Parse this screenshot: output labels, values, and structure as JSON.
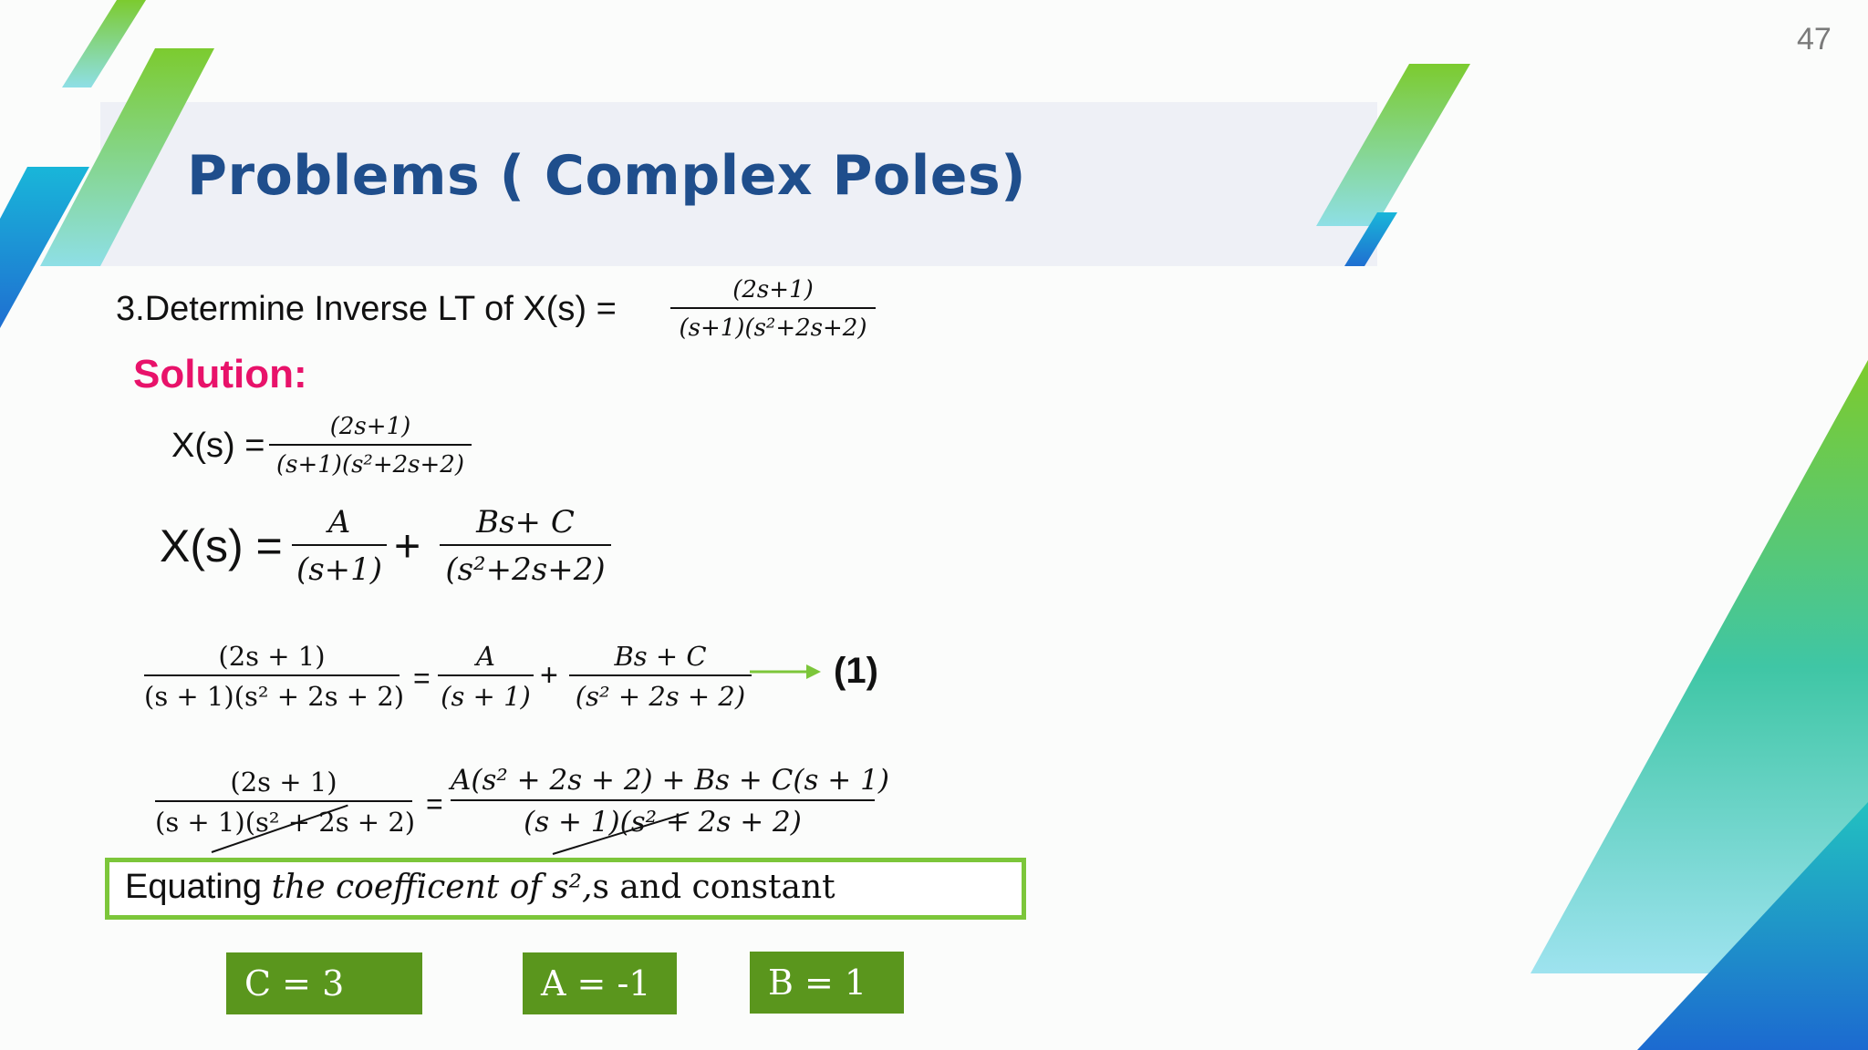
{
  "page_number": "47",
  "title": "Problems ( Complex Poles)",
  "problem": {
    "label": "3.Determine Inverse LT of  X(s) =",
    "num": "(2s+1)",
    "den": "(s+1)(s²+2s+2)"
  },
  "solution_label": "Solution:",
  "eq1": {
    "lhs": "X(s) =",
    "num": "(2s+1)",
    "den": "(s+1)(s²+2s+2)"
  },
  "eq2": {
    "lhs": "X(s) =",
    "t1_num": "A",
    "t1_den": "(s+1)",
    "plus": "+",
    "t2_num": "Bs+ C",
    "t2_den": "(s²+2s+2)"
  },
  "eq3": {
    "l_num": "(2s + 1)",
    "l_den": "(s + 1)(s² + 2s + 2)",
    "eq": "=",
    "t1_num": "A",
    "t1_den": "(s + 1)",
    "plus": "+",
    "t2_num": "Bs +  C",
    "t2_den": "(s² + 2s + 2)",
    "tag": "(1)"
  },
  "eq4": {
    "l_num": "(2s + 1)",
    "l_den": "(s + 1)(s² + 2s + 2)",
    "eq": "=",
    "r_num": "A(s² + 2s + 2) + Bs + C(s + 1)",
    "r_den": "(s + 1)(s² + 2s + 2)"
  },
  "equating": {
    "prefix": "Equating ",
    "math": "the coefficent of s²,",
    "suffix": "s and constant"
  },
  "answers": [
    {
      "text": "C = 3"
    },
    {
      "text": "A = -1"
    },
    {
      "text": "B = 1"
    }
  ],
  "colors": {
    "title": "#1f4e8c",
    "solution": "#e8126a",
    "green_accent": "#7cc63a",
    "answer_box": "#5a961d",
    "cyan_accent": "#20b4d8",
    "blue_accent": "#1e6fd0"
  }
}
